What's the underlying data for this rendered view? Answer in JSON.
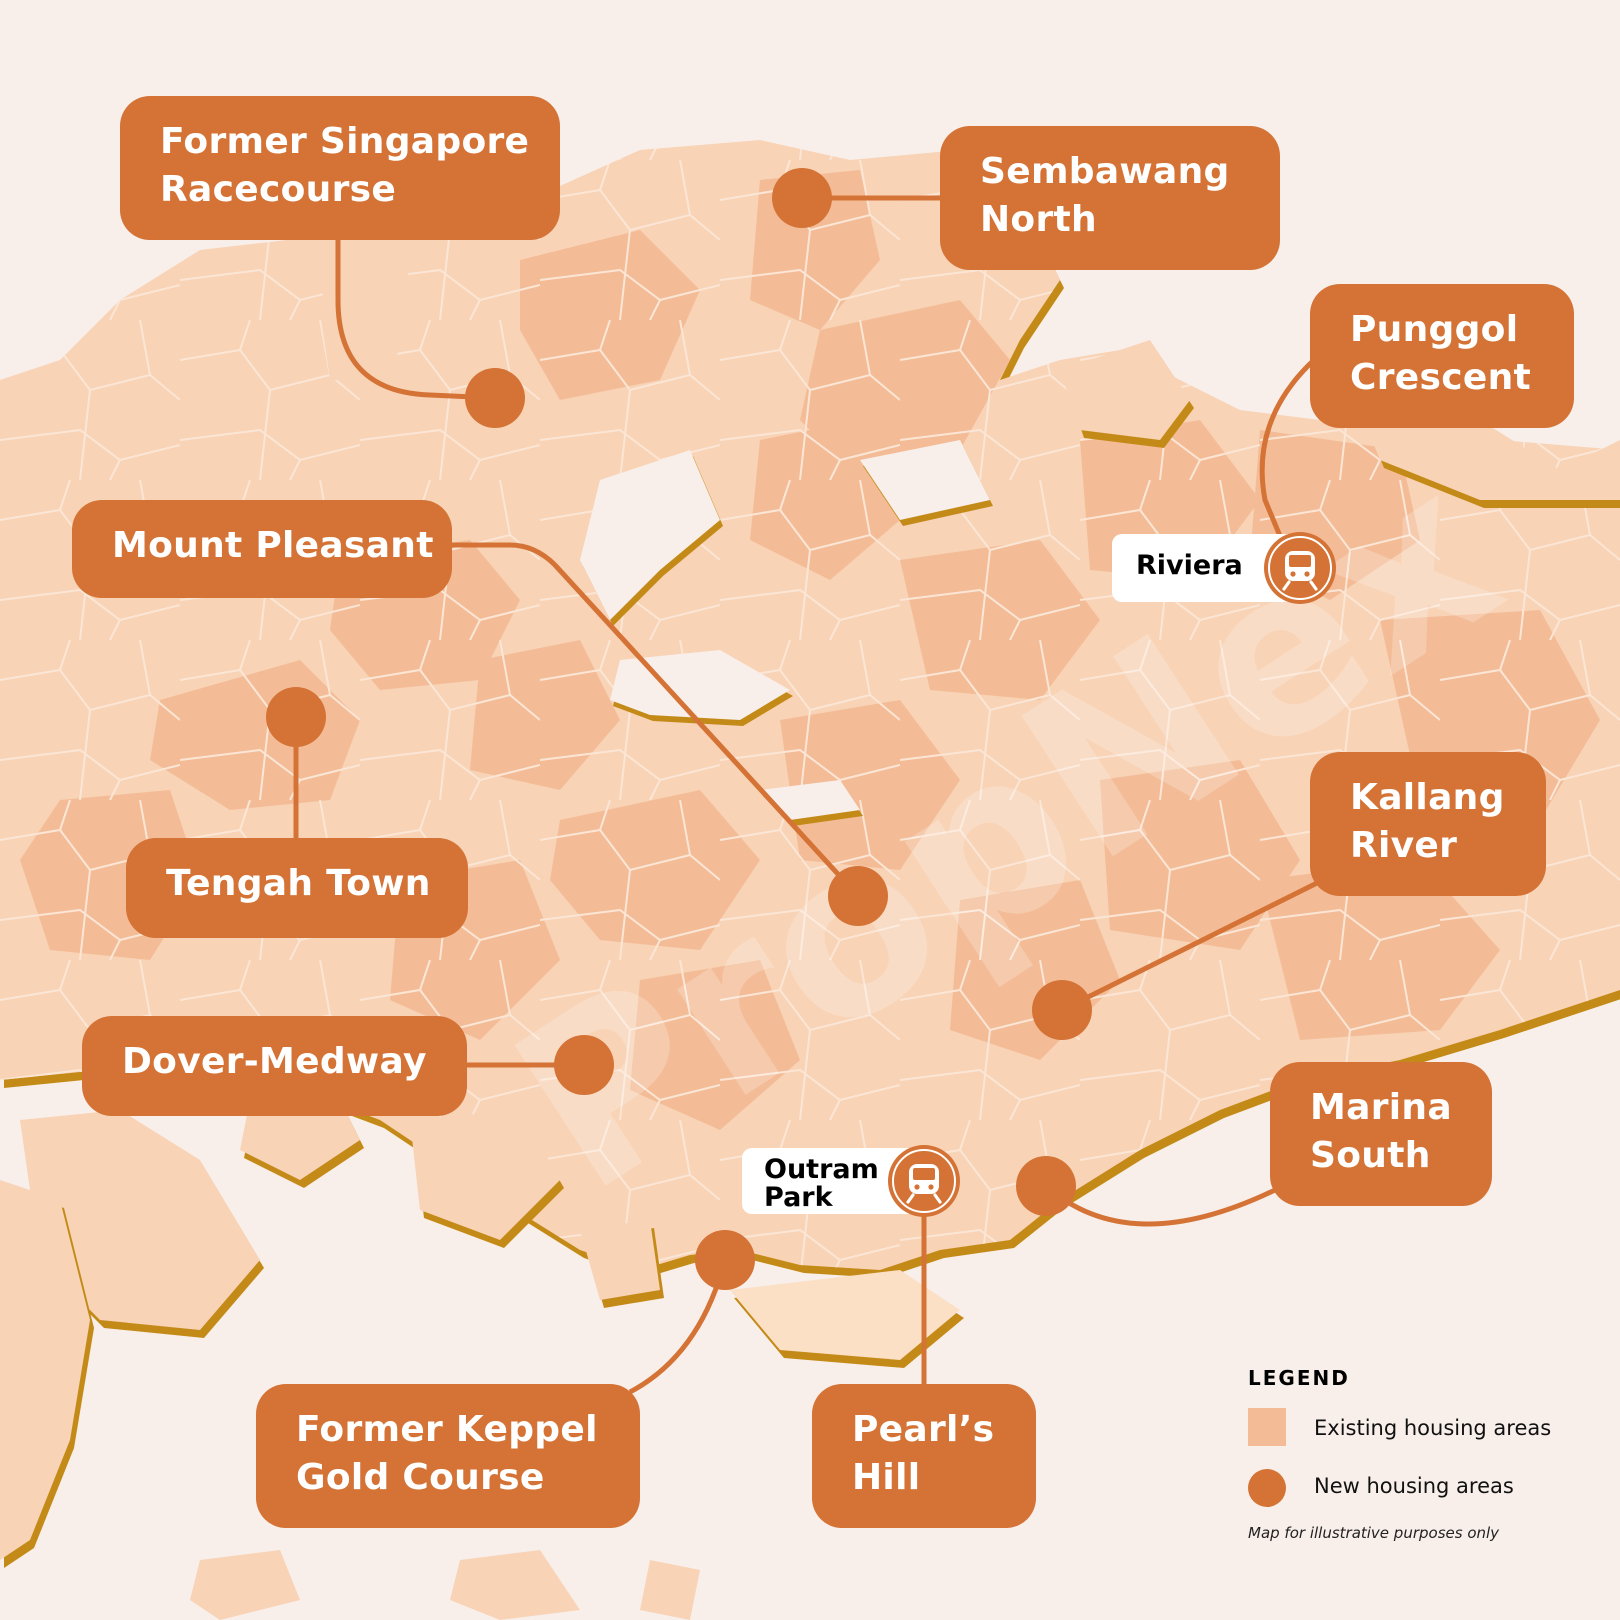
{
  "colors": {
    "background": "#f8efea",
    "existing_housing": "#f3bc97",
    "existing_housing_light": "#f8d3b6",
    "new_housing": "#d47335",
    "coast_shadow": "#c48a18",
    "station_bg": "#ffffff"
  },
  "sites": [
    {
      "id": "former-singapore-racecourse",
      "lines": [
        "Former Singapore",
        "Racecourse"
      ]
    },
    {
      "id": "sembawang-north",
      "lines": [
        "Sembawang",
        "North"
      ]
    },
    {
      "id": "punggol-crescent",
      "lines": [
        "Punggol",
        "Crescent"
      ]
    },
    {
      "id": "mount-pleasant",
      "lines": [
        "Mount Pleasant"
      ]
    },
    {
      "id": "tengah-town",
      "lines": [
        "Tengah Town"
      ]
    },
    {
      "id": "kallang-river",
      "lines": [
        "Kallang",
        "River"
      ]
    },
    {
      "id": "dover-medway",
      "lines": [
        "Dover-Medway"
      ]
    },
    {
      "id": "marina-south",
      "lines": [
        "Marina",
        "South"
      ]
    },
    {
      "id": "former-keppel-golf-course",
      "lines": [
        "Former Keppel",
        "Gold Course"
      ]
    },
    {
      "id": "pearls-hill",
      "lines": [
        "Pearl’s",
        "Hill"
      ]
    }
  ],
  "stations": [
    {
      "id": "riviera",
      "lines": [
        "Riviera"
      ],
      "icon": "train-icon"
    },
    {
      "id": "outram-park",
      "lines": [
        "Outram",
        "Park"
      ],
      "icon": "train-icon"
    }
  ],
  "legend": {
    "title": "LEGEND",
    "items": [
      {
        "label": "Existing housing areas",
        "symbol": "square"
      },
      {
        "label": "New housing areas",
        "symbol": "circle"
      }
    ],
    "note": "Map for illustrative purposes only"
  },
  "watermark": "PropNex"
}
